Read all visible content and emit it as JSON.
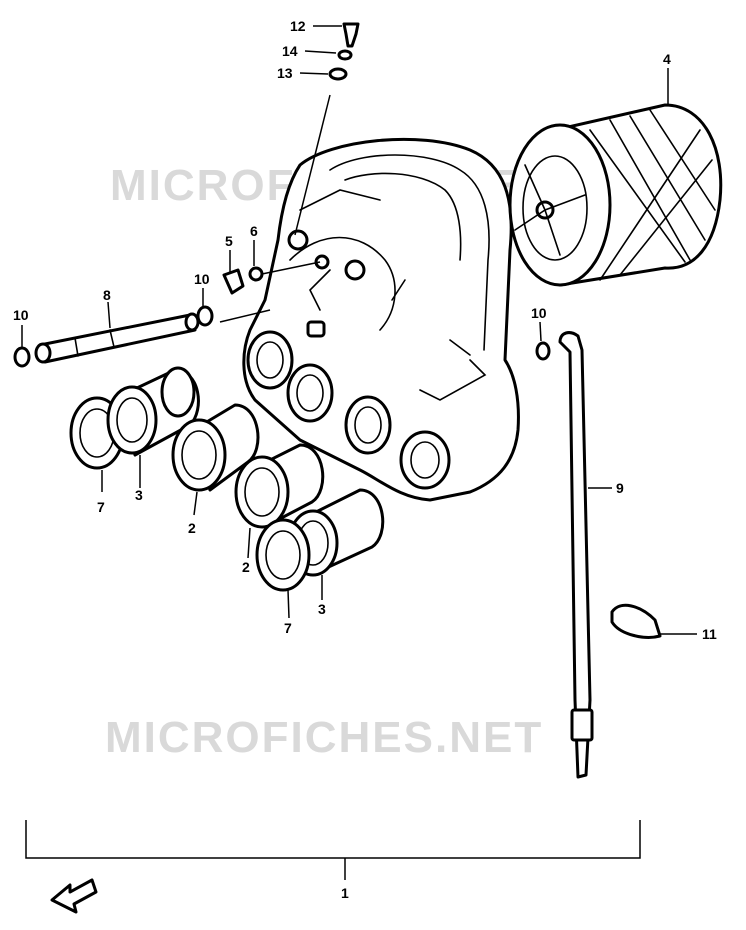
{
  "watermark": {
    "text": "MICROFICHES.NET"
  },
  "callouts": [
    {
      "key": "p12",
      "text": "12"
    },
    {
      "key": "p14",
      "text": "14"
    },
    {
      "key": "p13",
      "text": "13"
    },
    {
      "key": "p4",
      "text": "4"
    },
    {
      "key": "p5",
      "text": "5"
    },
    {
      "key": "p6",
      "text": "6"
    },
    {
      "key": "p10a",
      "text": "10"
    },
    {
      "key": "p8",
      "text": "8"
    },
    {
      "key": "p10b",
      "text": "10"
    },
    {
      "key": "p10c",
      "text": "10"
    },
    {
      "key": "p9",
      "text": "9"
    },
    {
      "key": "p7a",
      "text": "7"
    },
    {
      "key": "p3a",
      "text": "3"
    },
    {
      "key": "p2a",
      "text": "2"
    },
    {
      "key": "p2b",
      "text": "2"
    },
    {
      "key": "p3b",
      "text": "3"
    },
    {
      "key": "p7b",
      "text": "7"
    },
    {
      "key": "p11",
      "text": "11"
    },
    {
      "key": "p1",
      "text": "1"
    }
  ]
}
